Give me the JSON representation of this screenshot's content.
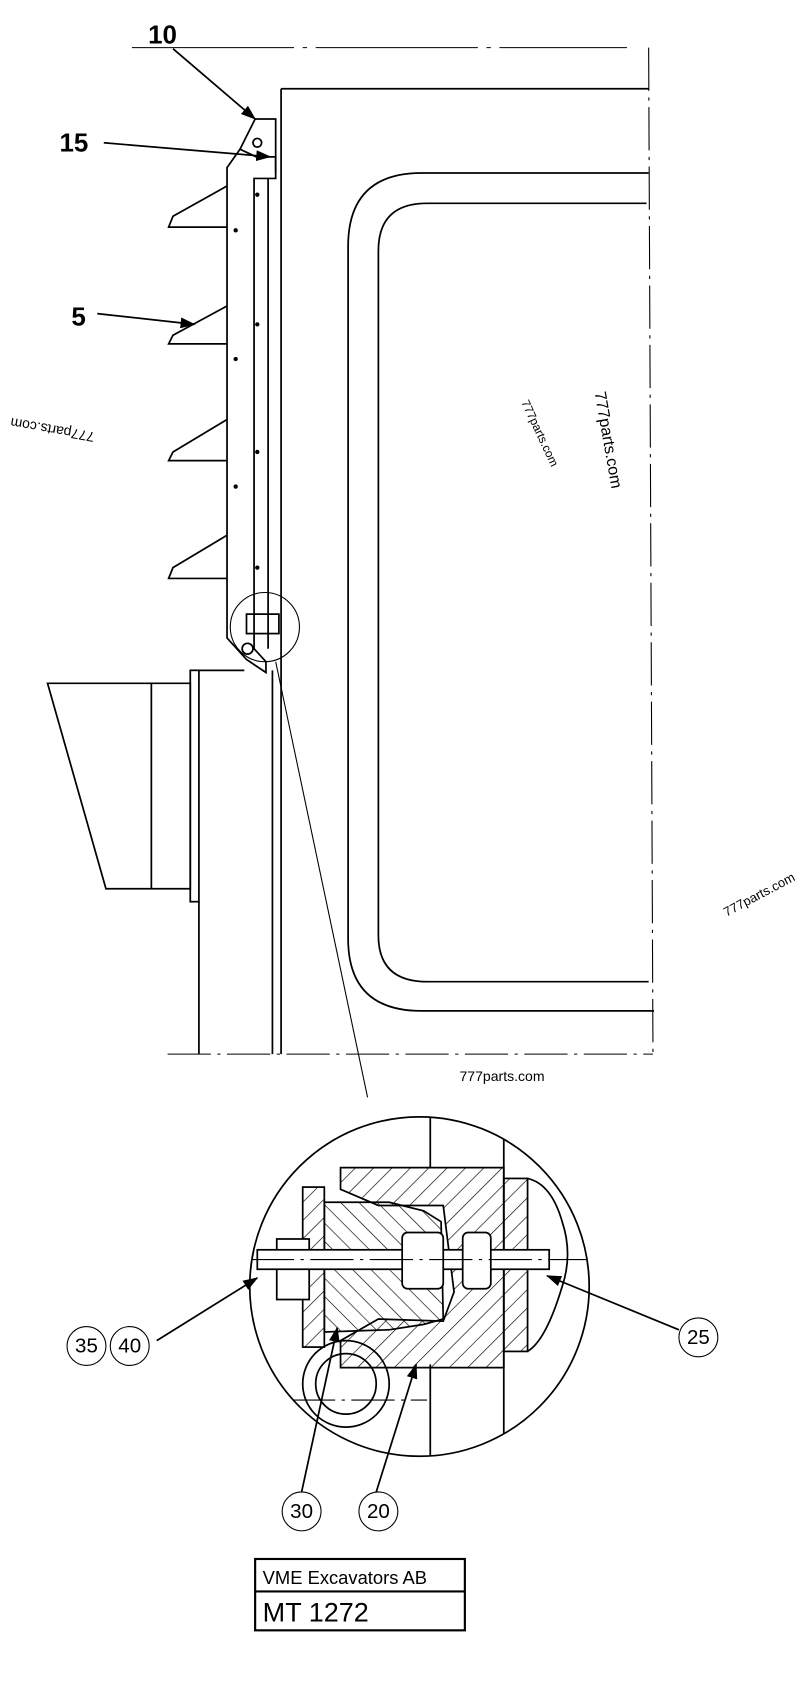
{
  "drawing": {
    "callouts_main": [
      "10",
      "15",
      "5"
    ],
    "callouts_detail": [
      "35",
      "40",
      "25",
      "30",
      "20"
    ],
    "watermarks": [
      "777parts.com",
      "777parts.com",
      "777parts.com",
      "777parts.com",
      "777parts.com"
    ]
  },
  "title_block": {
    "company": "VME Excavators AB",
    "drawing_number": "MT 1272"
  }
}
